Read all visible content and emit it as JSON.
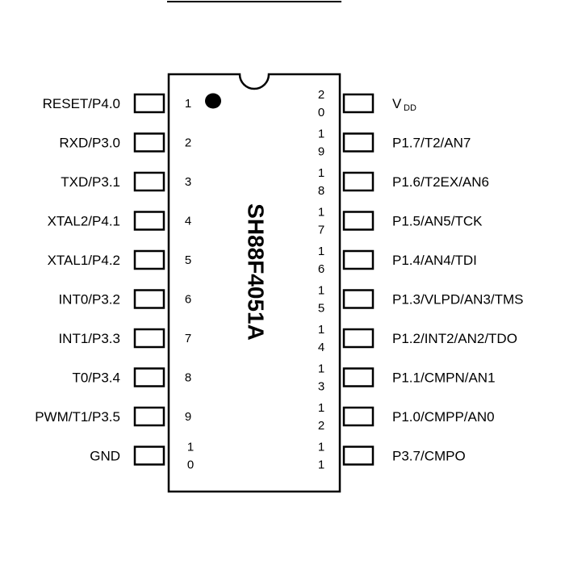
{
  "chip": {
    "name": "SH88F4051A"
  },
  "left_pins": [
    {
      "number": "1",
      "label": "RESET/P4.0"
    },
    {
      "number": "2",
      "label": "RXD/P3.0"
    },
    {
      "number": "3",
      "label": "TXD/P3.1"
    },
    {
      "number": "4",
      "label": "XTAL2/P4.1"
    },
    {
      "number": "5",
      "label": "XTAL1/P4.2"
    },
    {
      "number": "6",
      "label": "INT0/P3.2"
    },
    {
      "number": "7",
      "label": "INT1/P3.3"
    },
    {
      "number": "8",
      "label": "T0/P3.4"
    },
    {
      "number": "9",
      "label": "PWM/T1/P3.5"
    },
    {
      "number": "10",
      "label": "GND"
    }
  ],
  "right_pins": [
    {
      "number": "20",
      "label": "V",
      "sub": "DD"
    },
    {
      "number": "19",
      "label": "P1.7/T2/AN7"
    },
    {
      "number": "18",
      "label": "P1.6/T2EX/AN6"
    },
    {
      "number": "17",
      "label": "P1.5/AN5/TCK"
    },
    {
      "number": "16",
      "label": "P1.4/AN4/TDI"
    },
    {
      "number": "15",
      "label": "P1.3/VLPD/AN3/TMS"
    },
    {
      "number": "14",
      "label": "P1.2/INT2/AN2/TDO"
    },
    {
      "number": "13",
      "label": "P1.1/CMPN/AN1"
    },
    {
      "number": "12",
      "label": "P1.0/CMPP/AN0"
    },
    {
      "number": "11",
      "label": "P3.7/CMPO"
    }
  ]
}
